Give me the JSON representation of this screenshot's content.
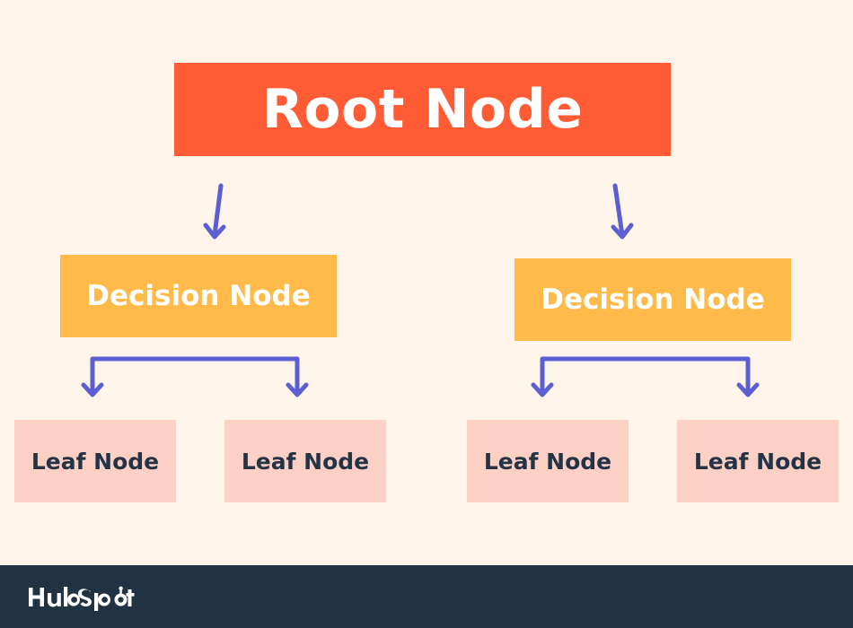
{
  "diagram": {
    "root": {
      "label": "Root Node"
    },
    "decisions": [
      {
        "label": "Decision Node"
      },
      {
        "label": "Decision Node"
      }
    ],
    "leaves": [
      {
        "label": "Leaf Node"
      },
      {
        "label": "Leaf Node"
      },
      {
        "label": "Leaf Node"
      },
      {
        "label": "Leaf Node"
      }
    ]
  },
  "colors": {
    "background": "#fff4ea",
    "root": "#ff5c35",
    "decision": "#ffba4a",
    "leaf": "#fdd0c6",
    "arrow": "#5b5fd1",
    "footer": "#213343"
  },
  "footer": {
    "brand_logo": "HubSpot"
  }
}
